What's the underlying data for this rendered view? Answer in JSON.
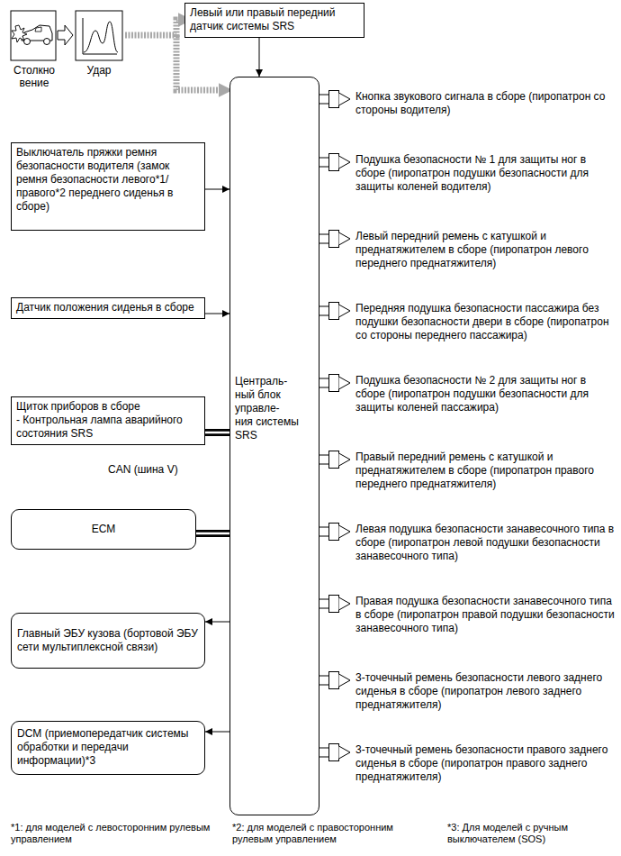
{
  "diagram": {
    "nodes": [
      {
        "text": [
          "Левый или правый передний датчик системы SRS"
        ]
      },
      {
        "text": [
          "Выключатель пряжки ремня безопасности водителя (замок ремня безопасности левого*1/ правого*2 переднего сиденья в сборе)"
        ]
      },
      {
        "text": [
          "Датчик положения сиденья в сборе"
        ]
      },
      {
        "text": [
          "Щиток приборов в сборе",
          "- Контрольная лампа аварийного состояния SRS"
        ]
      },
      {
        "text": [
          "ECM"
        ]
      },
      {
        "text": [
          "Главный ЭБУ кузова (бортовой ЭБУ сети мультиплексной связи)"
        ]
      },
      {
        "text": [
          "DCM (приемопередатчик системы обработки и передачи информации)*3"
        ]
      },
      {
        "text": [
          "Централь- ный блок управле- ния системы SRS"
        ]
      },
      {
        "text": [
          "Кнопка звукового сигнала в сборе (пиропатрон со стороны водителя)"
        ]
      },
      {
        "text": [
          "Подушка безопасности № 1 для защиты ног в сборе (пиропатрон подушки безопасности для защиты коленей водителя)"
        ]
      },
      {
        "text": [
          "Левый передний ремень с катушкой и преднатяжителем в сборе (пиропатрон левого переднего преднатяжителя)"
        ]
      },
      {
        "text": [
          "Передняя подушка безопасности пассажира без подушки безопасности двери в сборе (пиропатрон со стороны переднего пассажира)"
        ]
      },
      {
        "text": [
          "Подушка безопасности № 2 для защиты ног в сборе (пиропатрон подушки безопасности для защиты коленей пассажира)"
        ]
      },
      {
        "text": [
          "Правый передний ремень с катушкой и преднатяжителем в сборе (пиропатрон правого переднего преднатяжителя)"
        ]
      },
      {
        "text": [
          "Левая подушка безопасности занавесочного типа в сборе (пиропатрон левой подушки безопасности занавесочного типа)"
        ]
      },
      {
        "text": [
          "Правая подушка безопасности занавесочного типа в сборе (пиропатрон правой подушки безопасности занавесочного типа)"
        ]
      },
      {
        "text": [
          "3-точечный ремень безопасности левого заднего сиденья в сборе (пиропатрон левого заднего преднатяжителя)"
        ]
      },
      {
        "text": [
          "3-точечный ремень безопасности правого заднего сиденья в сборе (пиропатрон правого заднего преднатяжителя)"
        ]
      }
    ],
    "edges": [
      {
        "from": 0,
        "to": 7,
        "arrow": "to"
      },
      {
        "from": 1,
        "to": 7,
        "arrow": "to"
      },
      {
        "from": 2,
        "to": 7,
        "arrow": "to"
      },
      {
        "from": 3,
        "to": 7,
        "arrow": "none",
        "label": "CAN (шина V)"
      },
      {
        "from": 4,
        "to": 7,
        "arrow": "none"
      },
      {
        "from": 7,
        "to": 5,
        "arrow": "to"
      },
      {
        "from": 7,
        "to": 6,
        "arrow": "to"
      },
      {
        "from": 7,
        "to": 8,
        "arrow": "none"
      },
      {
        "from": 7,
        "to": 9,
        "arrow": "none"
      },
      {
        "from": 7,
        "to": 10,
        "arrow": "none"
      },
      {
        "from": 7,
        "to": 11,
        "arrow": "none"
      },
      {
        "from": 7,
        "to": 12,
        "arrow": "none"
      },
      {
        "from": 7,
        "to": 13,
        "arrow": "none"
      },
      {
        "from": 7,
        "to": 14,
        "arrow": "none"
      },
      {
        "from": 7,
        "to": 15,
        "arrow": "none"
      },
      {
        "from": 7,
        "to": 16,
        "arrow": "none"
      },
      {
        "from": 7,
        "to": 17,
        "arrow": "none"
      }
    ],
    "labels": [
      "Столкно вение",
      "Удар",
      "*1: для моделей с левосторонним рулевым управлением",
      "*2: для моделей с правосторонним рулевым управлением",
      "*3: Для моделей с ручным выключателем (SOS)"
    ]
  }
}
